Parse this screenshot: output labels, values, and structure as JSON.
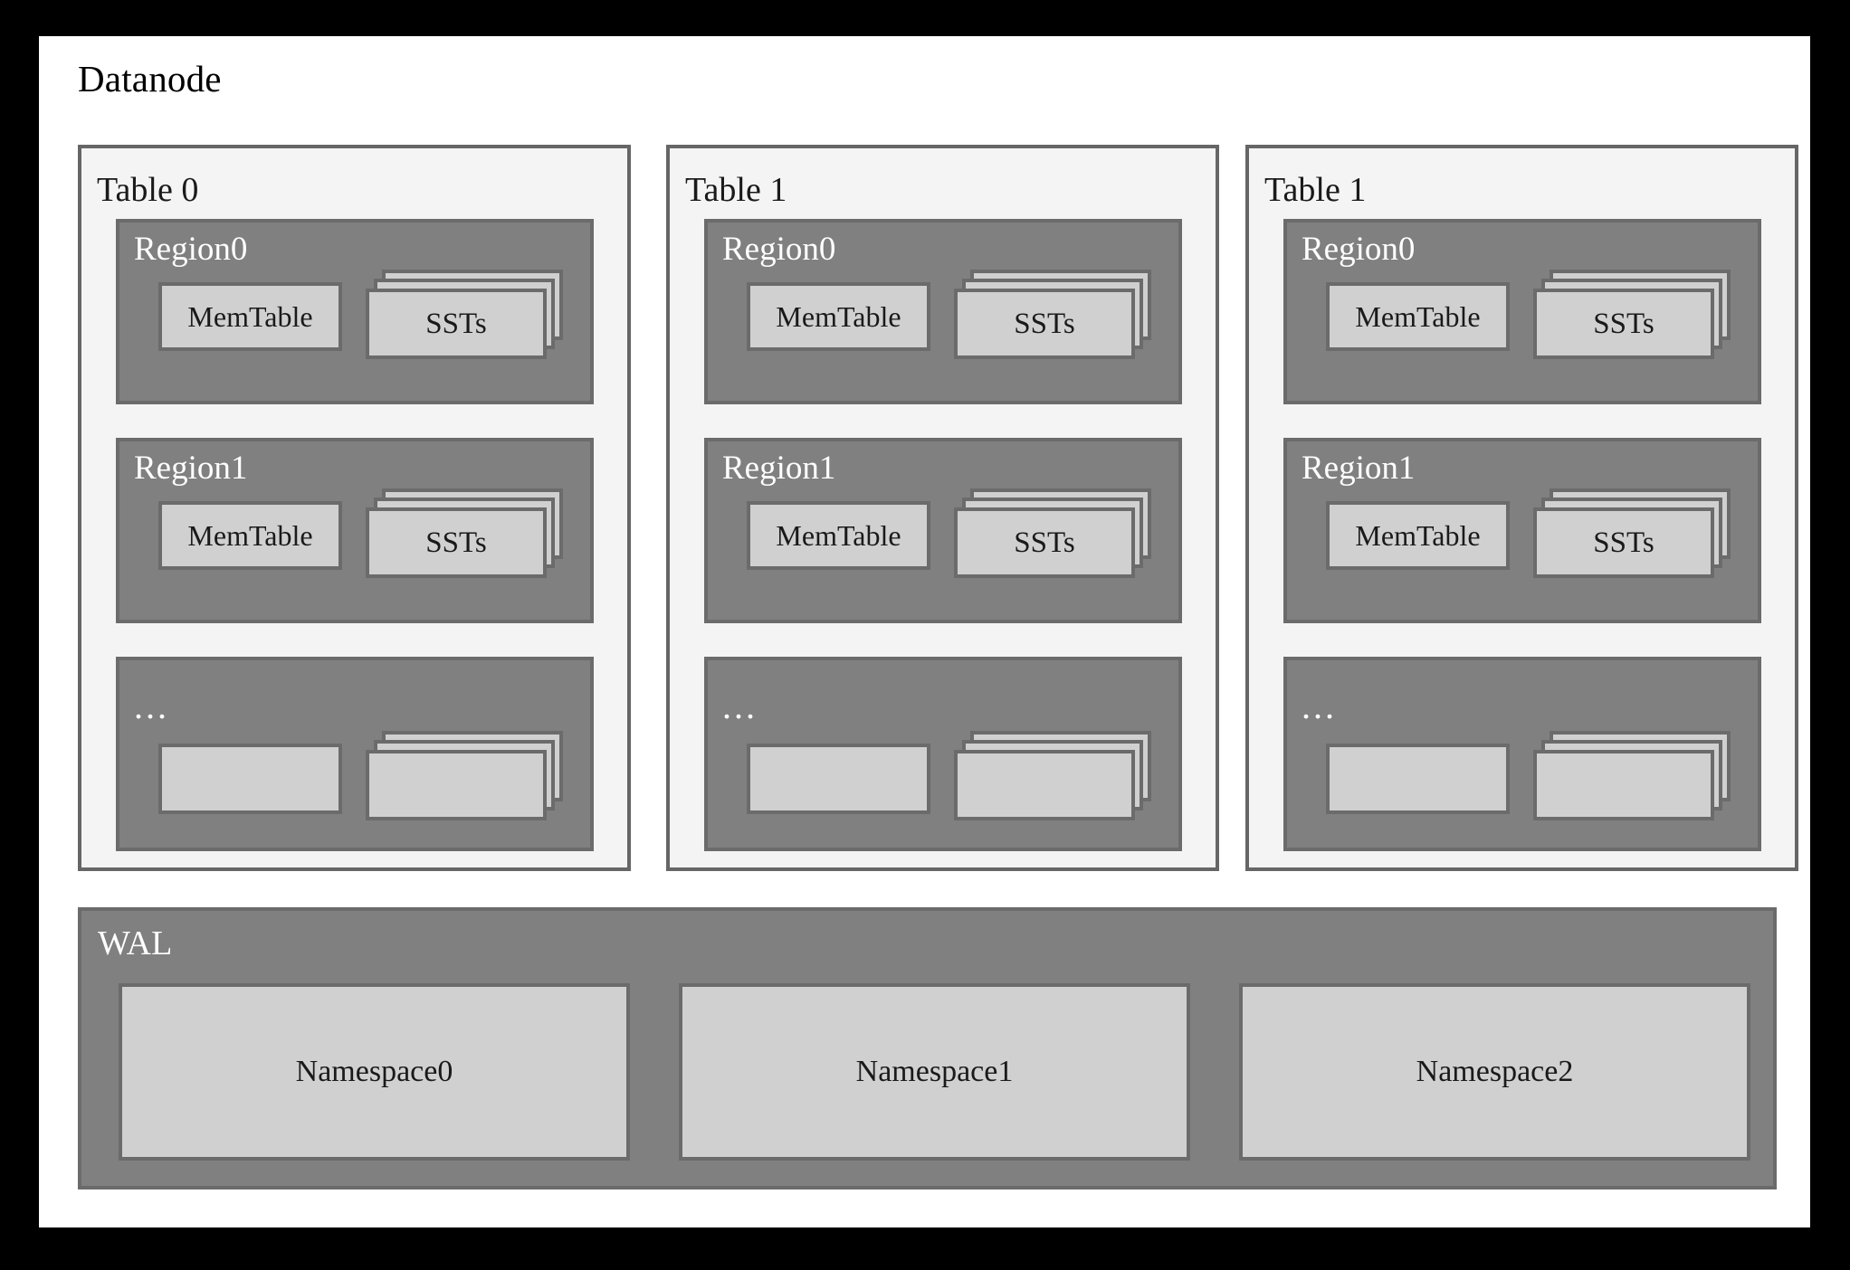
{
  "diagram": {
    "title": "Datanode",
    "background_color": "#000000",
    "panel_color": "#ffffff",
    "table_fill": "#f4f4f4",
    "region_fill": "#808080",
    "box_fill": "#d0d0d0",
    "border_color": "#666666",
    "label_light": "#ffffff",
    "label_dark": "#1a1a1a"
  },
  "tables": [
    {
      "title": "Table 0",
      "regions": [
        {
          "name": "Region0",
          "memtable": "MemTable",
          "ssts": "SSTs",
          "sst_count": 3
        },
        {
          "name": "Region1",
          "memtable": "MemTable",
          "ssts": "SSTs",
          "sst_count": 3
        },
        {
          "name": "...",
          "memtable": "",
          "ssts": "",
          "sst_count": 3
        }
      ]
    },
    {
      "title": "Table 1",
      "regions": [
        {
          "name": "Region0",
          "memtable": "MemTable",
          "ssts": "SSTs",
          "sst_count": 3
        },
        {
          "name": "Region1",
          "memtable": "MemTable",
          "ssts": "SSTs",
          "sst_count": 3
        },
        {
          "name": "...",
          "memtable": "",
          "ssts": "",
          "sst_count": 3
        }
      ]
    },
    {
      "title": "Table 1",
      "regions": [
        {
          "name": "Region0",
          "memtable": "MemTable",
          "ssts": "SSTs",
          "sst_count": 3
        },
        {
          "name": "Region1",
          "memtable": "MemTable",
          "ssts": "SSTs",
          "sst_count": 3
        },
        {
          "name": "...",
          "memtable": "",
          "ssts": "",
          "sst_count": 3
        }
      ]
    }
  ],
  "wal": {
    "title": "WAL",
    "namespaces": [
      {
        "label": "Namespace0"
      },
      {
        "label": "Namespace1"
      },
      {
        "label": "Namespace2"
      }
    ]
  }
}
